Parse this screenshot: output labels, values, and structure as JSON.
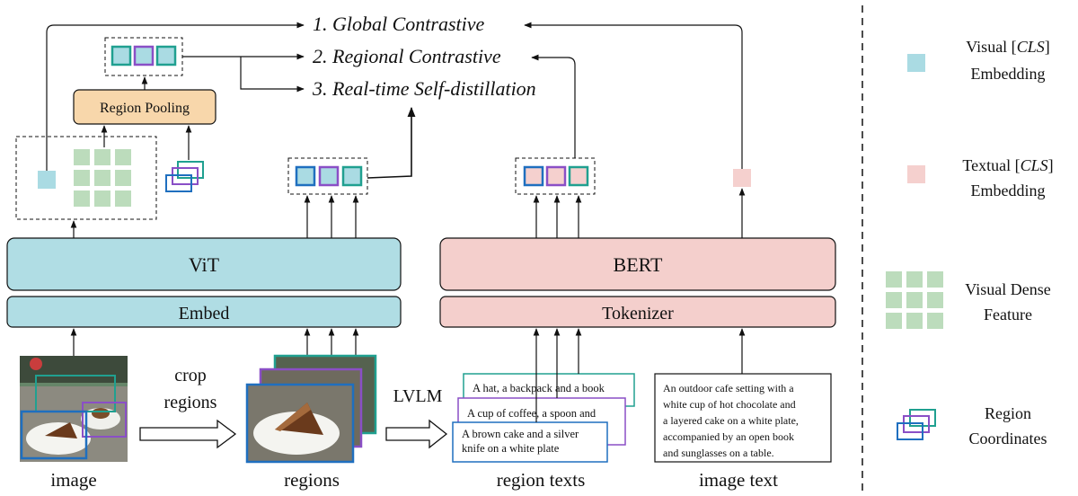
{
  "objectives": {
    "global": "1. Global Contrastive",
    "regional": "2. Regional Contrastive",
    "distill": "3. Real-time Self-distillation"
  },
  "blocks": {
    "region_pooling": "Region Pooling",
    "vit": "ViT",
    "embed": "Embed",
    "bert": "BERT",
    "tokenizer": "Tokenizer"
  },
  "steps": {
    "crop_line1": "crop",
    "crop_line2": "regions",
    "lvlm": "LVLM"
  },
  "captions": {
    "image": "image",
    "regions": "regions",
    "region_texts": "region texts",
    "image_text": "image text"
  },
  "region_text_cards": [
    "A hat, a backpack and a book",
    "A cup of coffee, a spoon and",
    "A brown cake and a silver",
    "knife on a white plate"
  ],
  "image_text_card": [
    "An outdoor cafe setting with a",
    "white cup of hot chocolate and",
    "a layered cake on a white plate,",
    "accompanied by an open book",
    "and sunglasses on a table."
  ],
  "legend": {
    "visual_cls_1": "Visual [",
    "visual_cls_math": "CLS",
    "visual_cls_2": "]",
    "visual_cls_3": "Embedding",
    "textual_cls_1": "Textual [",
    "textual_cls_math": "CLS",
    "textual_cls_2": "]",
    "textual_cls_3": "Embedding",
    "dense_1": "Visual Dense",
    "dense_2": "Feature",
    "coords_1": "Region",
    "coords_2": "Coordinates"
  },
  "colors": {
    "vit_fill": "#b0dde4",
    "bert_fill": "#f4cfcc",
    "pooling_fill": "#f8d7ab",
    "visual_cls": "#aadbe3",
    "textual_cls": "#f5d0ce",
    "dense": "#bcdcbc",
    "teal": "#20a090",
    "purple": "#8a4fc6",
    "blue": "#1f6fbf"
  }
}
